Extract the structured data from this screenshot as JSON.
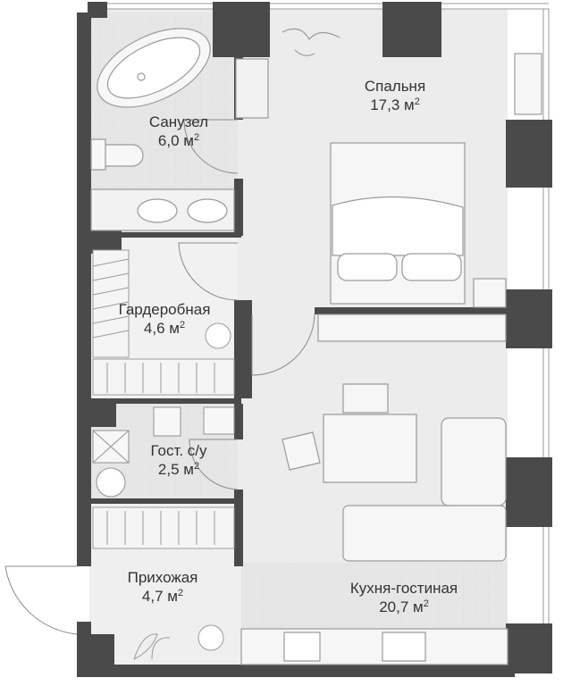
{
  "colors": {
    "wall": "#4a4a4a",
    "wall_dark": "#3b3b3b",
    "floor": "#ececec",
    "floor_tile": "#e3e3e3",
    "furniture_line": "#9a9a9a",
    "text": "#333333"
  },
  "rooms": {
    "bedroom": {
      "name": "Спальня",
      "area_value": "17,3 м",
      "area_sup": "2"
    },
    "bathroom": {
      "name": "Санузел",
      "area_value": "6,0 м",
      "area_sup": "2"
    },
    "wardrobe": {
      "name": "Гардеробная",
      "area_value": "4,6 м",
      "area_sup": "2"
    },
    "guest_wc": {
      "name": "Гост. с/у",
      "area_value": "2,5 м",
      "area_sup": "2"
    },
    "hall": {
      "name": "Прихожая",
      "area_value": "4,7 м",
      "area_sup": "2"
    },
    "kitchen": {
      "name": "Кухня-гостиная",
      "area_value": "20,7 м",
      "area_sup": "2"
    }
  }
}
